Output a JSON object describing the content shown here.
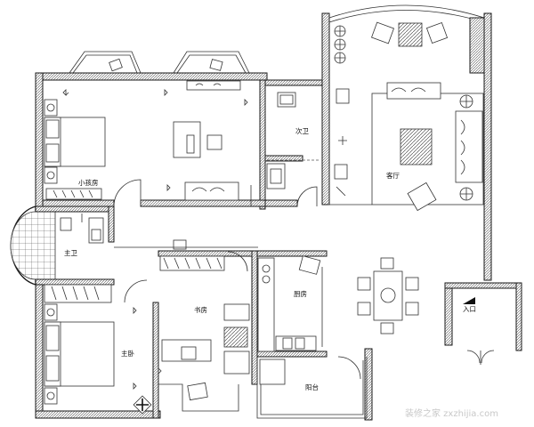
{
  "rooms": {
    "kids_room": "小孩房",
    "second_bath": "次卫",
    "living_room": "客厅",
    "master_bath": "主卫",
    "kitchen": "厨房",
    "study": "书房",
    "master_bedroom": "主卧",
    "balcony": "阳台",
    "entrance": "入口"
  },
  "watermark": "装修之家 zxzhijia.com"
}
